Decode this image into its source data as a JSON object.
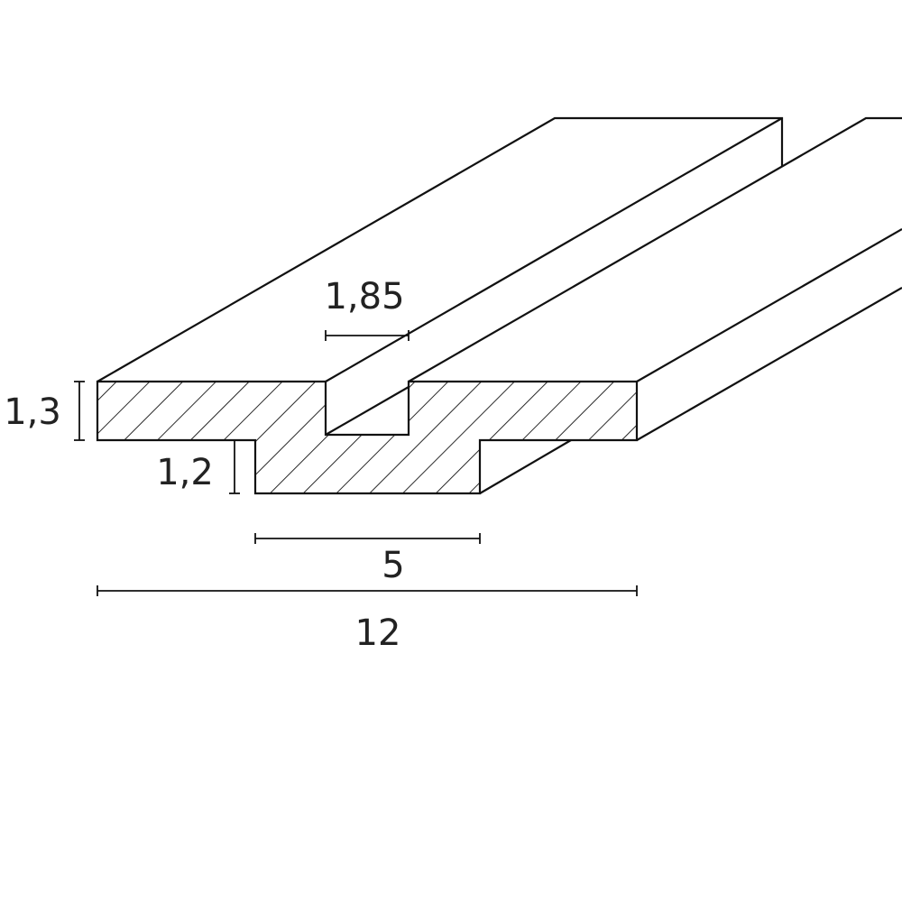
{
  "diagram": {
    "type": "profile cross-section, isometric",
    "colors": {
      "line": "#111111",
      "background": "#ffffff"
    },
    "dimensions": {
      "groove_width": "1,85",
      "thickness": "1,3",
      "tongue_height": "1,2",
      "tongue_width": "5",
      "total_width": "12"
    }
  }
}
